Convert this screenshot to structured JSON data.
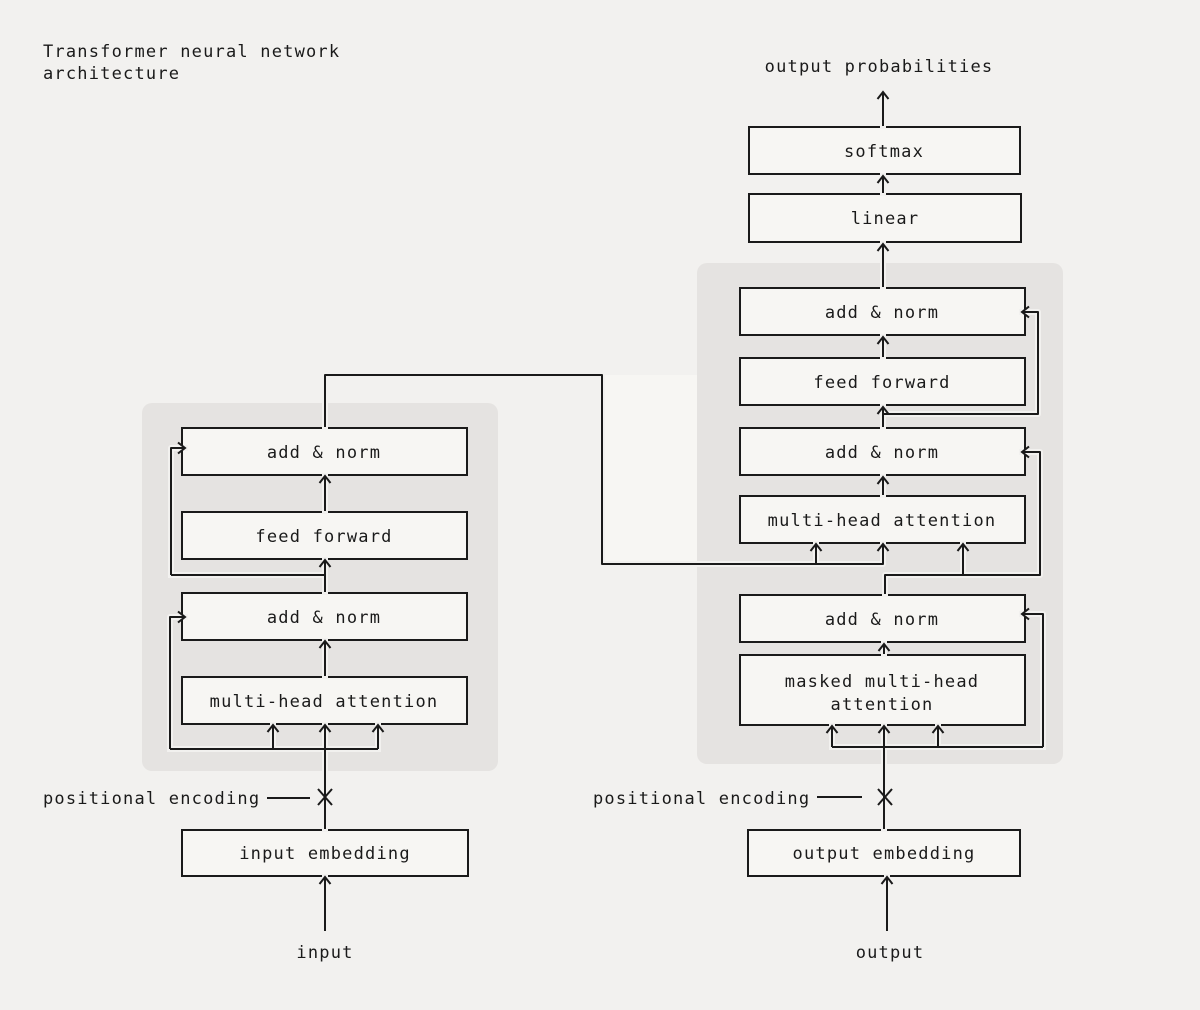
{
  "title": {
    "line1": "Transformer neural network",
    "line2": "architecture"
  },
  "labels": {
    "output_probabilities": "output probabilities",
    "positional_encoding": "positional encoding",
    "input": "input",
    "output": "output",
    "multiply_symbol": "x"
  },
  "head": {
    "softmax": "softmax",
    "linear": "linear"
  },
  "encoder": {
    "add_norm_top": "add & norm",
    "feed_forward": "feed forward",
    "add_norm_bottom": "add & norm",
    "multi_head_attention": "multi-head attention",
    "embedding": "input embedding"
  },
  "decoder": {
    "add_norm_top": "add & norm",
    "feed_forward": "feed forward",
    "add_norm_middle": "add & norm",
    "multi_head_attention": "multi-head attention",
    "add_norm_bottom": "add & norm",
    "masked_attention_line1": "masked multi-head",
    "masked_attention_line2": "attention",
    "embedding": "output embedding"
  },
  "colors": {
    "background": "#f2f1ef",
    "panel": "#e5e3e1",
    "box_fill": "#f7f6f3",
    "ink": "#1a1a1a"
  }
}
